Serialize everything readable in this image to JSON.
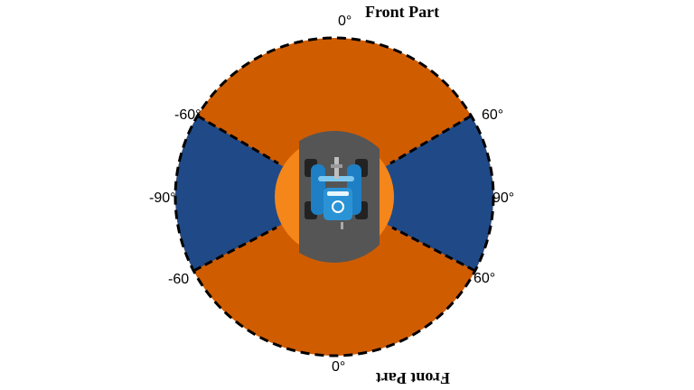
{
  "labels": {
    "front_top": "Front Part",
    "front_bottom": "Front Part",
    "deg_top": "0°",
    "deg_bottom": "0°",
    "deg_right_upper": "60°",
    "deg_right_mid": "90°",
    "deg_right_lower": "60°",
    "deg_left_upper": "-60°",
    "deg_left_mid": "-90°",
    "deg_left_lower": "-60"
  },
  "colors": {
    "front_back_sector": "#d05c00",
    "side_sector": "#1f4a87",
    "inner_circle": "#f5861a",
    "robot_base": "#555555",
    "robot_body": "#2a93d5",
    "boundary": "#000000"
  },
  "icons": {
    "center": "robot-car-icon"
  }
}
